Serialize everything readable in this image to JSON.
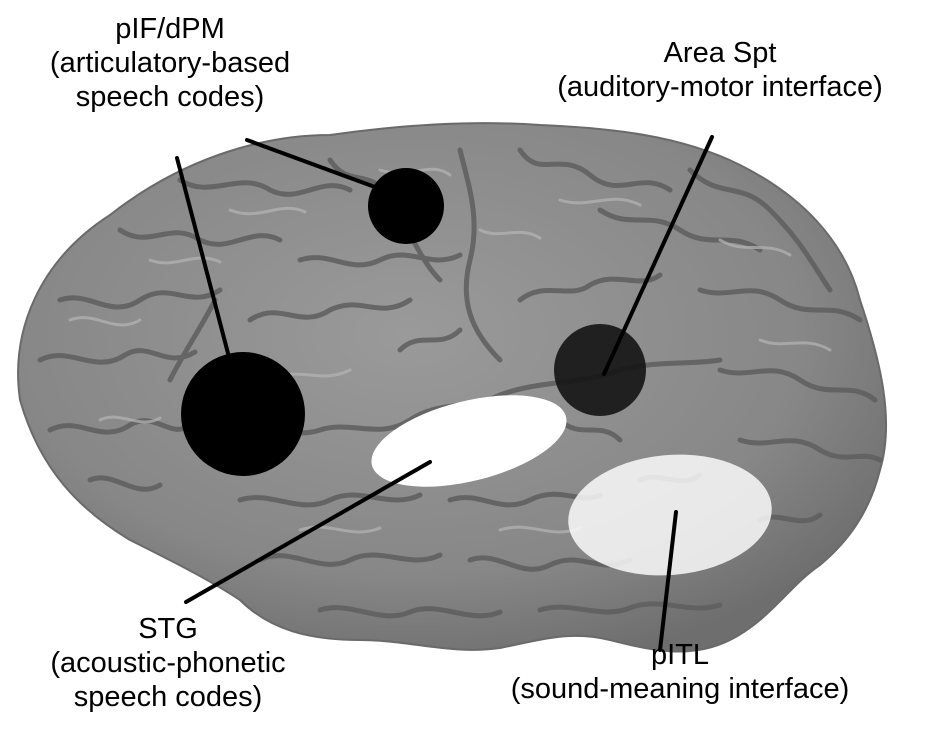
{
  "labels": {
    "pif_dpm": {
      "name": "pIF/dPM",
      "line2": "(articulatory-based",
      "line3": "speech codes)"
    },
    "area_spt": {
      "name": "Area Spt",
      "line2": "(auditory-motor interface)"
    },
    "stg": {
      "name": "STG",
      "line2": "(acoustic-phonetic",
      "line3": "speech codes)"
    },
    "pitl": {
      "name": "pITL",
      "line2": "(sound-meaning interface)"
    }
  },
  "colors": {
    "brain": "#8c8c8c",
    "brain_shadow": "#5e5e5e",
    "brain_highlight": "#b3b3b3",
    "dark_region": "#000000",
    "light_region": "#ffffff",
    "leader_line": "#000000"
  }
}
